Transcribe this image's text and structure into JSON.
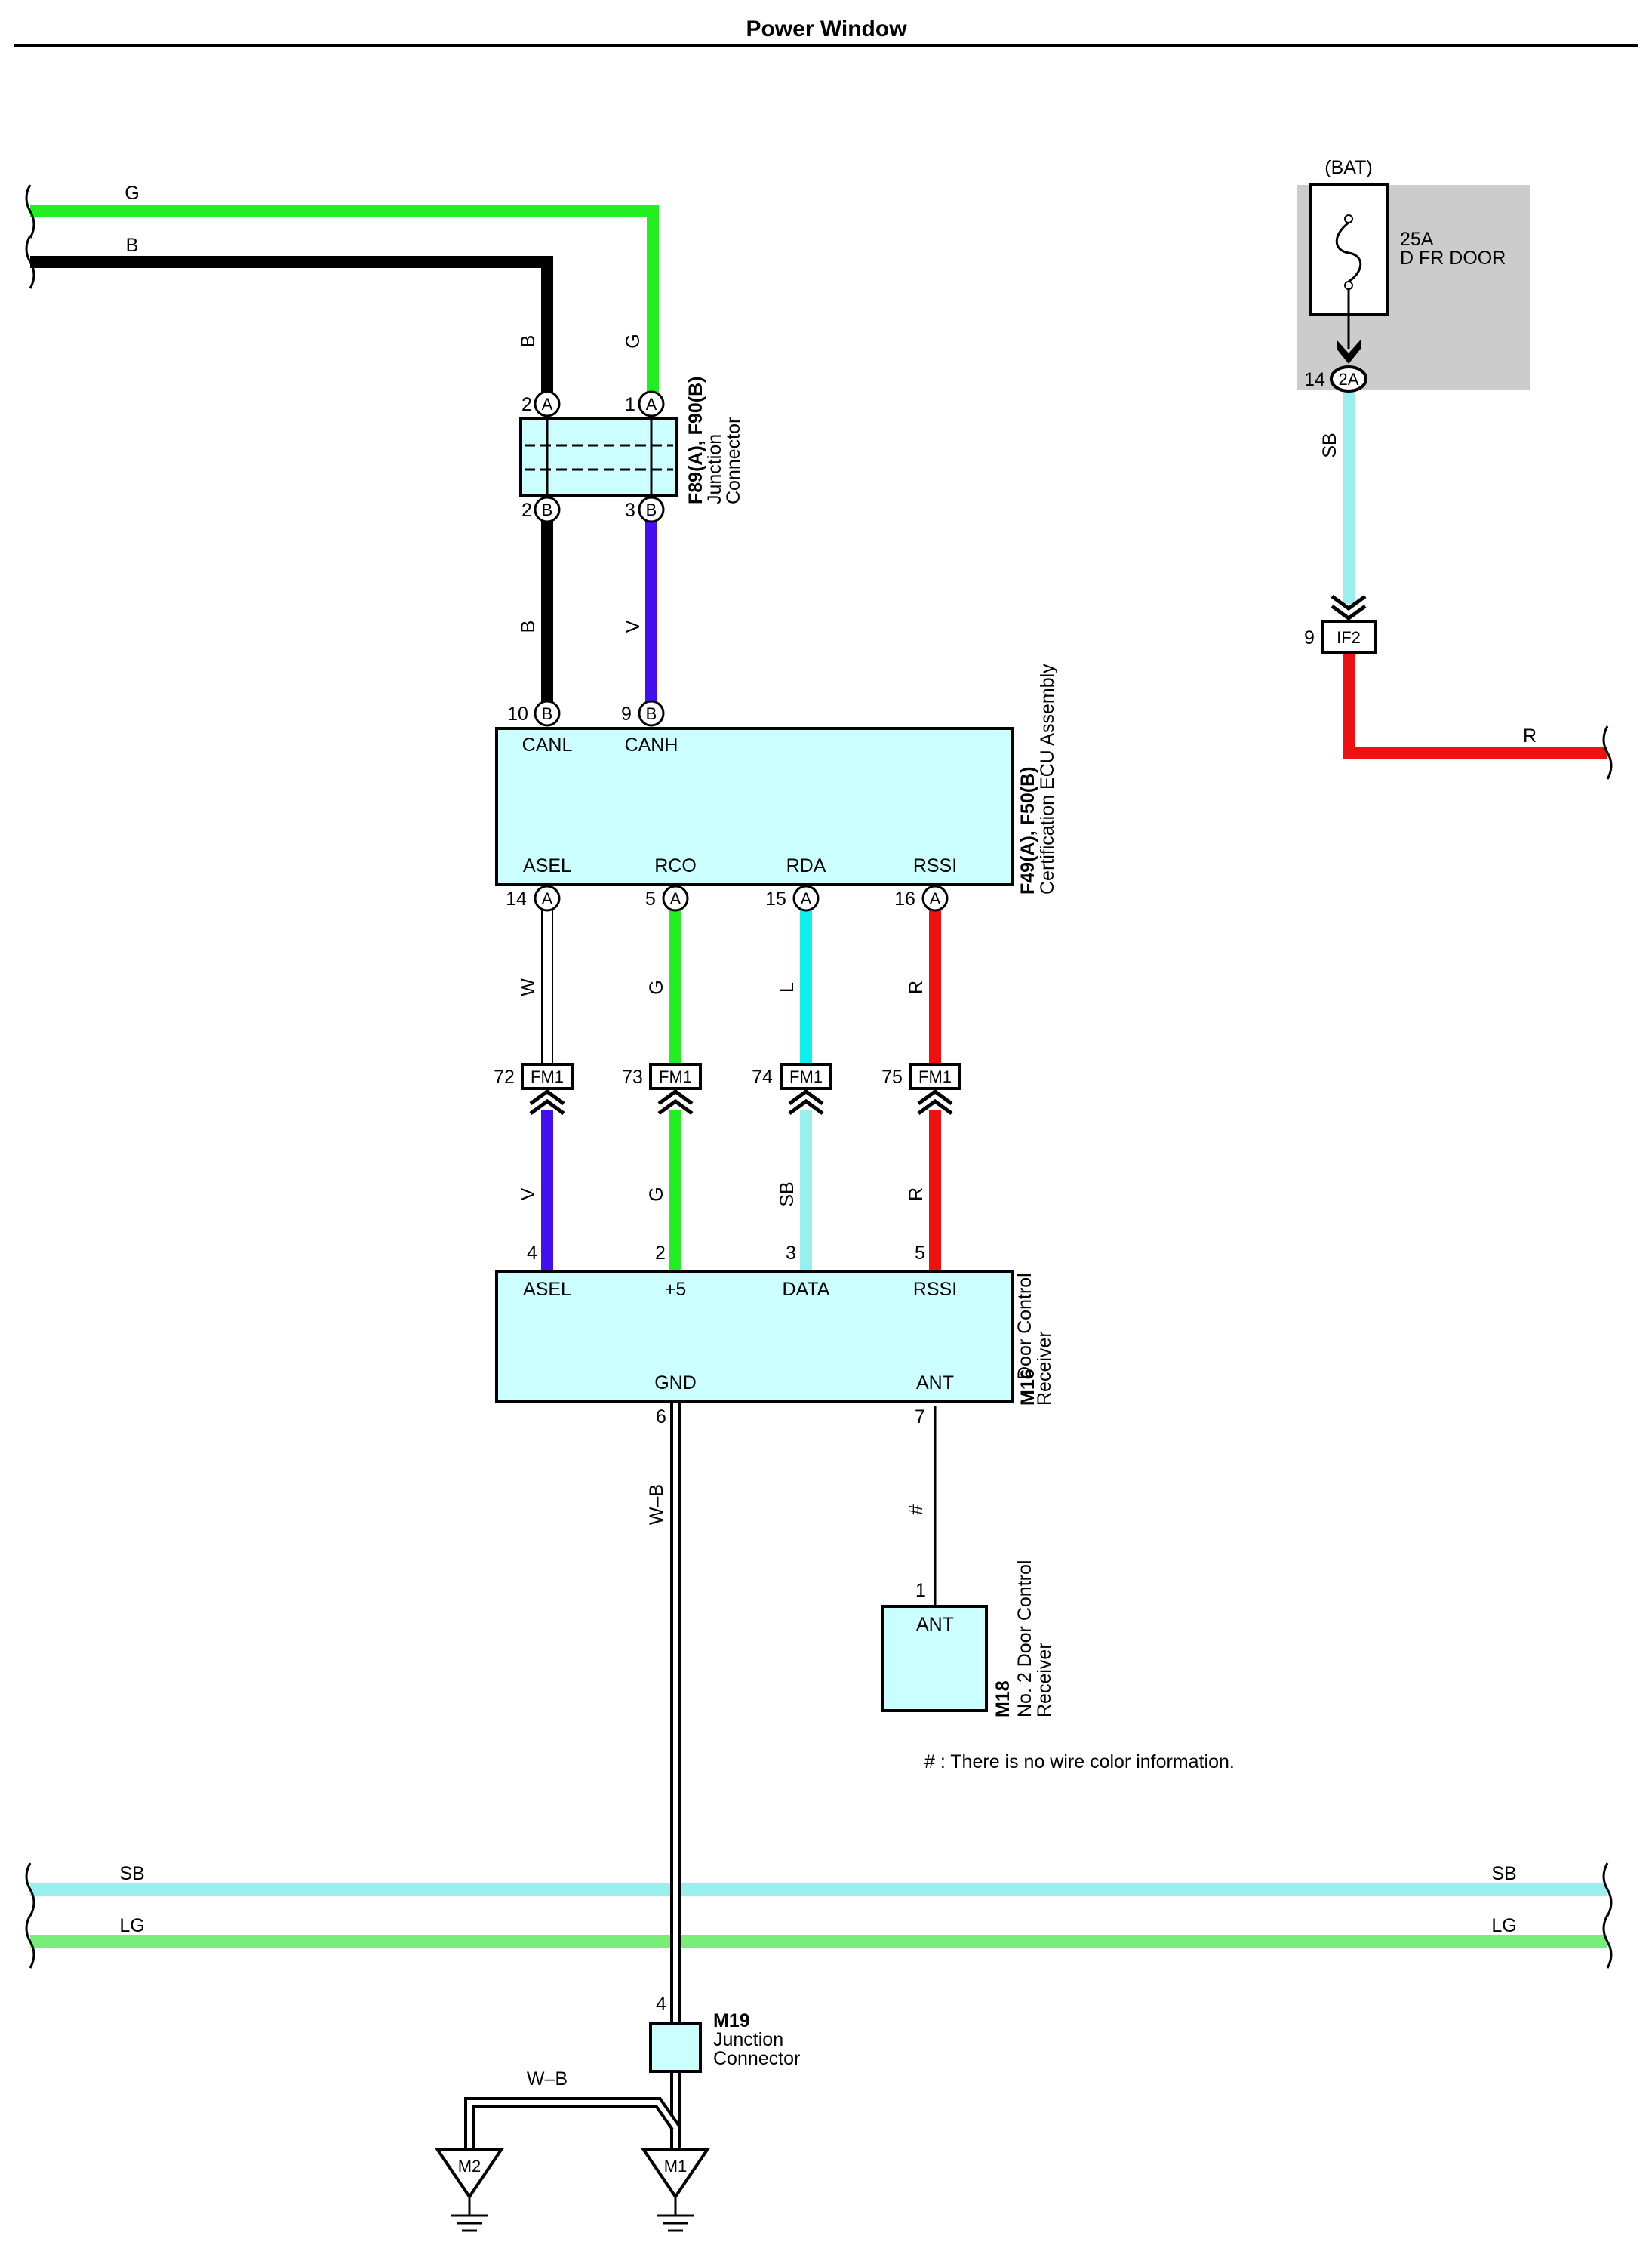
{
  "title": "Power Window",
  "colors": {
    "G": "#22ee22",
    "LG": "#77ee77",
    "B": "#000000",
    "V": "#4411ee",
    "L": "#11eeee",
    "SB": "#99eeee",
    "R": "#ee1111",
    "W": "#ffffff",
    "box": "#ccffff",
    "fusebox": "#cccccc"
  },
  "wires": {
    "g_top": "G",
    "b_top": "B",
    "b_vert": "B",
    "g_vert": "G",
    "b_mid": "B",
    "v_mid": "V",
    "sb_fuse": "SB",
    "r_right": "R",
    "w_asel": "W",
    "g_rco": "G",
    "l_rda": "L",
    "r_rssi": "R",
    "v_asel": "V",
    "g_5": "G",
    "sb_data": "SB",
    "r_rssi2": "R",
    "wb_gnd": "W–B",
    "hash_ant": "#",
    "sb_left": "SB",
    "sb_right": "SB",
    "lg_left": "LG",
    "lg_right": "LG",
    "wb_bottom": "W–B"
  },
  "junction_f89": {
    "name": "F89(A), F90(B)",
    "desc1": "Junction",
    "desc2": "Connector",
    "pin_a2": "2",
    "pin_a1": "1",
    "pin_b2": "2",
    "pin_b3": "3",
    "letter_a": "A",
    "letter_b": "B"
  },
  "ecu": {
    "name": "F49(A), F50(B)",
    "desc": "Certification ECU Assembly",
    "canl": "CANL",
    "canh": "CANH",
    "asel": "ASEL",
    "rco": "RCO",
    "rda": "RDA",
    "rssi": "RSSI",
    "pin_canl": "10",
    "pin_canh": "9",
    "pin_asel": "14",
    "pin_rco": "5",
    "pin_rda": "15",
    "pin_rssi": "16",
    "letter_a": "A",
    "letter_b": "B"
  },
  "fm1": {
    "label": "FM1",
    "pin_72": "72",
    "pin_73": "73",
    "pin_74": "74",
    "pin_75": "75"
  },
  "receiver_m16": {
    "name": "M16",
    "desc1": "Door Control",
    "desc2": "Receiver",
    "asel": "ASEL",
    "plus5": "+5",
    "data": "DATA",
    "rssi": "RSSI",
    "gnd": "GND",
    "ant": "ANT",
    "pin_asel": "4",
    "pin_plus5": "2",
    "pin_data": "3",
    "pin_rssi": "5",
    "pin_gnd": "6",
    "pin_ant": "7"
  },
  "receiver_m18": {
    "name": "M18",
    "desc1": "No. 2 Door Control",
    "desc2": "Receiver",
    "ant": "ANT",
    "pin_ant": "1"
  },
  "note": "# : There is no wire color information.",
  "fuse": {
    "source": "(BAT)",
    "rating": "25A",
    "name": "D FR DOOR",
    "pin_out": "14",
    "connector": "2A"
  },
  "if2": {
    "label": "IF2",
    "pin": "9"
  },
  "junction_m19": {
    "name": "M19",
    "desc1": "Junction",
    "desc2": "Connector",
    "pin": "4"
  },
  "grounds": {
    "m2": "M2",
    "m1": "M1"
  }
}
